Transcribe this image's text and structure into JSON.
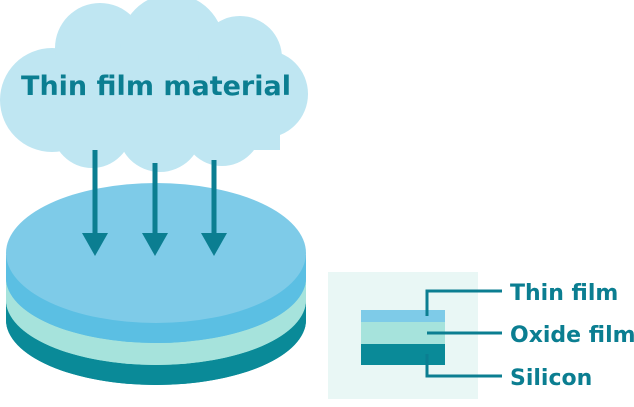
{
  "cloud": {
    "label": "Thin film material"
  },
  "legend": {
    "thin_film": "Thin film",
    "oxide_film": "Oxide film",
    "silicon": "Silicon"
  },
  "colors": {
    "cloud_fill": "#bfe6f2",
    "text": "#0b7e91",
    "arrow": "#0b7e91",
    "wafer_top": "#7ecbe8",
    "thin_film": "#5bbfe3",
    "oxide_film": "#a6e3dc",
    "silicon": "#0a8a98",
    "legend_bg": "#e9f7f5",
    "legend_thin": "#7ecbe8",
    "legend_oxide": "#a6e3dc",
    "legend_silicon": "#0a8a98"
  }
}
